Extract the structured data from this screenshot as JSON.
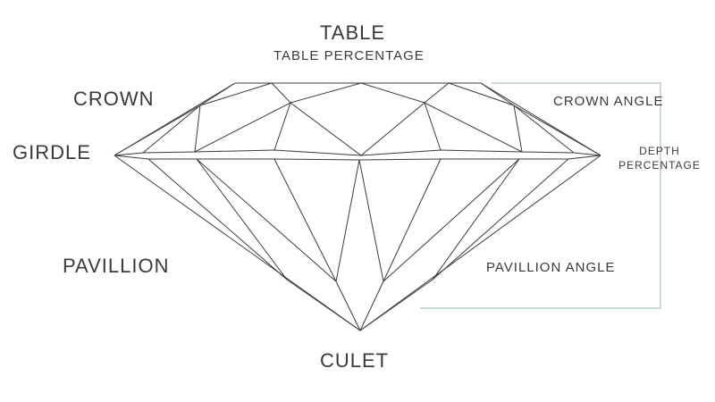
{
  "labels": {
    "table": "TABLE",
    "table_percentage": "TABLE PERCENTAGE",
    "crown": "CROWN",
    "girdle": "GIRDLE",
    "pavillion": "PAVILLION",
    "culet": "CULET",
    "crown_angle": "CROWN ANGLE",
    "depth_line1": "DEPTH",
    "depth_line2": "PERCENTAGE",
    "pavillion_angle": "PAVILLION ANGLE"
  },
  "colors": {
    "outline": "#3c3c3c",
    "bracket": "#cfd8dc",
    "text": "#3a3a3a"
  }
}
